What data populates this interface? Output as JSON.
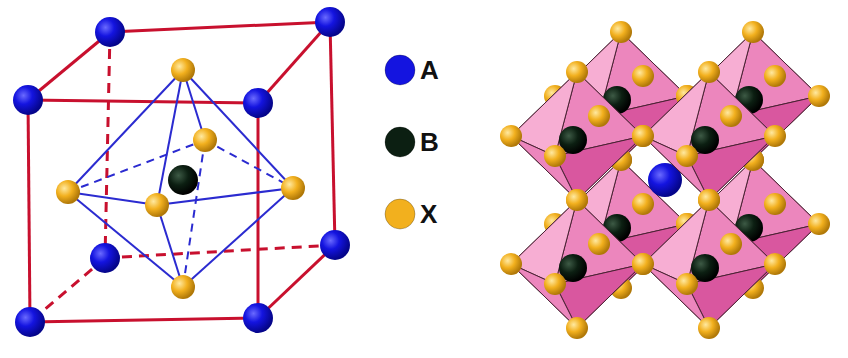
{
  "diagram": {
    "legend": [
      {
        "text": "A",
        "color": "#1414e0"
      },
      {
        "text": "B",
        "color": "#0c1f12"
      },
      {
        "text": "X",
        "color": "#f2b01e"
      }
    ]
  }
}
